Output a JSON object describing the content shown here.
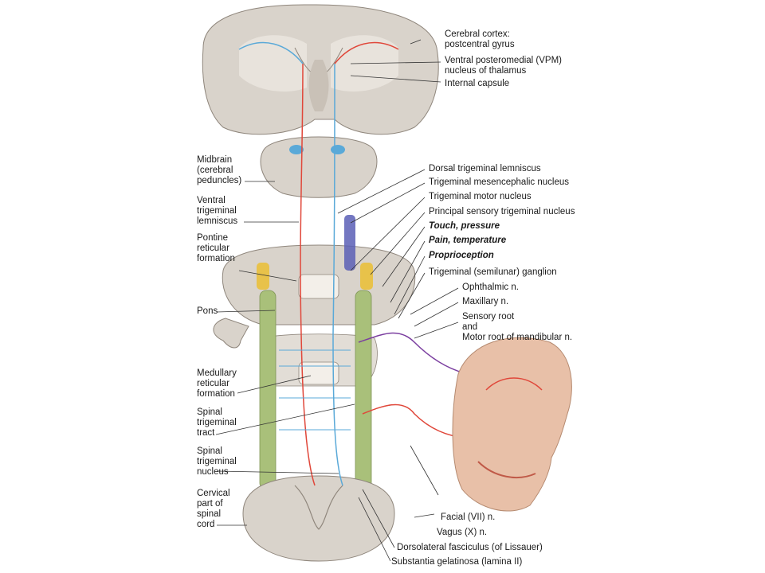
{
  "labels_right": {
    "cortex": "Cerebral cortex:\npostcentral gyrus",
    "vpm": "Ventral posteromedial (VPM)\nnucleus of thalamus",
    "internal_capsule": "Internal capsule",
    "dorsal_lemniscus": "Dorsal trigeminal lemniscus",
    "mesencephalic": "Trigeminal mesencephalic nucleus",
    "motor_nucleus": "Trigeminal motor nucleus",
    "principal_sensory": "Principal sensory trigeminal nucleus",
    "touch": "Touch, pressure",
    "pain": "Pain, temperature",
    "proprioception": "Proprioception",
    "ganglion": "Trigeminal (semilunar) ganglion",
    "ophthalmic": "Ophthalmic n.",
    "maxillary": "Maxillary n.",
    "roots": "Sensory root\nand\nMotor root of mandibular n.",
    "facial": "Facial (VII) n.",
    "vagus": "Vagus (X) n.",
    "lissauer": "Dorsolateral fasciculus (of Lissauer)",
    "gelatinosa": "Substantia gelatinosa (lamina II)"
  },
  "labels_left": {
    "midbrain": "Midbrain\n(cerebral\npeduncles)",
    "ventral_lemniscus": "Ventral\ntrigeminal\nlemniscus",
    "pontine_reticular": "Pontine\nreticular\nformation",
    "pons": "Pons",
    "medullary_reticular": "Medullary\nreticular\nformation",
    "spinal_tract": "Spinal\ntrigeminal\ntract",
    "spinal_nucleus": "Spinal\ntrigeminal\nnucleus",
    "cervical": "Cervical\npart of\nspinal\ncord"
  },
  "colors": {
    "touch_pathway": "#5aa9d8",
    "pain_pathway": "#e0473a",
    "proprioception_pathway": "#7b3fa0",
    "tissue": "#d9d3cb",
    "spinal_tract_fill": "#a9c07a",
    "nucleus_yellow": "#e8c24a"
  }
}
